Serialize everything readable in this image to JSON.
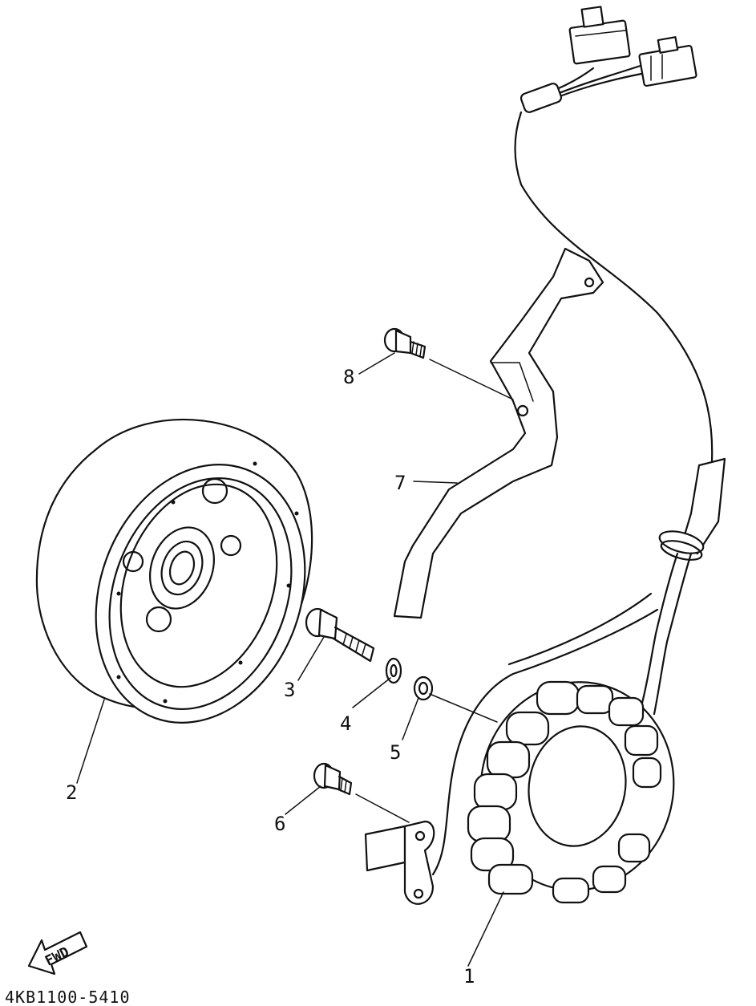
{
  "diagram": {
    "callouts": [
      "1",
      "2",
      "3",
      "4",
      "5",
      "6",
      "7",
      "8"
    ],
    "fwd_label": "FWD",
    "drawing_code": "4KB1100-5410"
  },
  "colors": {
    "ink": "#111111",
    "paper": "#ffffff"
  }
}
